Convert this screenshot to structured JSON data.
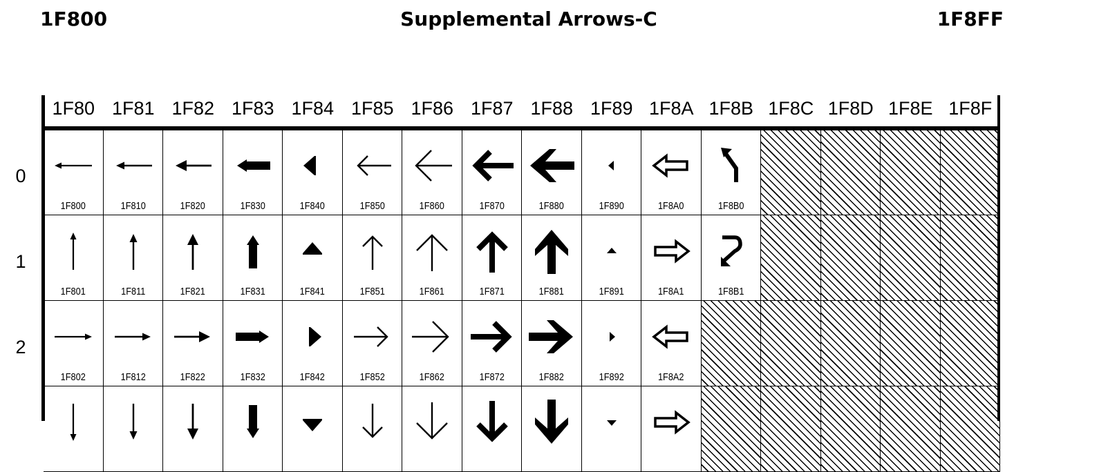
{
  "header": {
    "range_start": "1F800",
    "block_title": "Supplemental Arrows-C",
    "range_end": "1F8FF"
  },
  "columns": [
    "1F80",
    "1F81",
    "1F82",
    "1F83",
    "1F84",
    "1F85",
    "1F86",
    "1F87",
    "1F88",
    "1F89",
    "1F8A",
    "1F8B",
    "1F8C",
    "1F8D",
    "1F8E",
    "1F8F"
  ],
  "rows": [
    {
      "label": "0",
      "cells": [
        {
          "code": "1F800",
          "icon": "thin-left-arrow"
        },
        {
          "code": "1F810",
          "icon": "left-arrow-small-head"
        },
        {
          "code": "1F820",
          "icon": "left-arrow-medium-head"
        },
        {
          "code": "1F830",
          "icon": "heavy-left-arrow"
        },
        {
          "code": "1F840",
          "icon": "left-arrowhead-triangle"
        },
        {
          "code": "1F850",
          "icon": "sans-serif-left-arrow"
        },
        {
          "code": "1F860",
          "icon": "wide-left-arrow"
        },
        {
          "code": "1F870",
          "icon": "bold-left-arrow"
        },
        {
          "code": "1F880",
          "icon": "heavy-bold-left-arrow"
        },
        {
          "code": "1F890",
          "icon": "small-left-triangle"
        },
        {
          "code": "1F8A0",
          "icon": "outlined-left-arrow"
        },
        {
          "code": "1F8B0",
          "icon": "up-left-corner-arrow"
        },
        {
          "code": "",
          "icon": ""
        },
        {
          "code": "",
          "icon": ""
        },
        {
          "code": "",
          "icon": ""
        },
        {
          "code": "",
          "icon": ""
        }
      ]
    },
    {
      "label": "1",
      "cells": [
        {
          "code": "1F801",
          "icon": "thin-up-arrow"
        },
        {
          "code": "1F811",
          "icon": "up-arrow-small-head"
        },
        {
          "code": "1F821",
          "icon": "up-arrow-medium-head"
        },
        {
          "code": "1F831",
          "icon": "heavy-up-arrow"
        },
        {
          "code": "1F841",
          "icon": "up-arrowhead-triangle"
        },
        {
          "code": "1F851",
          "icon": "sans-serif-up-arrow"
        },
        {
          "code": "1F861",
          "icon": "wide-up-arrow"
        },
        {
          "code": "1F871",
          "icon": "bold-up-arrow"
        },
        {
          "code": "1F881",
          "icon": "heavy-bold-up-arrow"
        },
        {
          "code": "1F891",
          "icon": "small-up-triangle"
        },
        {
          "code": "1F8A1",
          "icon": "outlined-right-arrow"
        },
        {
          "code": "1F8B1",
          "icon": "down-left-corner-arrow"
        },
        {
          "code": "",
          "icon": ""
        },
        {
          "code": "",
          "icon": ""
        },
        {
          "code": "",
          "icon": ""
        },
        {
          "code": "",
          "icon": ""
        }
      ]
    },
    {
      "label": "2",
      "cells": [
        {
          "code": "1F802",
          "icon": "thin-right-arrow"
        },
        {
          "code": "1F812",
          "icon": "right-arrow-small-head"
        },
        {
          "code": "1F822",
          "icon": "right-arrow-medium-head"
        },
        {
          "code": "1F832",
          "icon": "heavy-right-arrow"
        },
        {
          "code": "1F842",
          "icon": "right-arrowhead-triangle"
        },
        {
          "code": "1F852",
          "icon": "sans-serif-right-arrow"
        },
        {
          "code": "1F862",
          "icon": "wide-right-arrow"
        },
        {
          "code": "1F872",
          "icon": "bold-right-arrow"
        },
        {
          "code": "1F882",
          "icon": "heavy-bold-right-arrow"
        },
        {
          "code": "1F892",
          "icon": "small-right-triangle"
        },
        {
          "code": "1F8A2",
          "icon": "outlined-left-arrow"
        },
        {
          "code": "",
          "icon": ""
        },
        {
          "code": "",
          "icon": ""
        },
        {
          "code": "",
          "icon": ""
        },
        {
          "code": "",
          "icon": ""
        },
        {
          "code": "",
          "icon": ""
        }
      ]
    },
    {
      "label": "",
      "cells": [
        {
          "code": "",
          "icon": "thin-down-arrow"
        },
        {
          "code": "",
          "icon": "down-arrow-small-head"
        },
        {
          "code": "",
          "icon": "down-arrow-medium-head"
        },
        {
          "code": "",
          "icon": "heavy-down-arrow"
        },
        {
          "code": "",
          "icon": "down-arrowhead-triangle"
        },
        {
          "code": "",
          "icon": "sans-serif-down-arrow"
        },
        {
          "code": "",
          "icon": "wide-down-arrow"
        },
        {
          "code": "",
          "icon": "bold-down-arrow"
        },
        {
          "code": "",
          "icon": "heavy-bold-down-arrow"
        },
        {
          "code": "",
          "icon": "small-down-triangle"
        },
        {
          "code": "",
          "icon": "outlined-right-arrow"
        },
        {
          "code": "",
          "icon": ""
        },
        {
          "code": "",
          "icon": ""
        },
        {
          "code": "",
          "icon": ""
        },
        {
          "code": "",
          "icon": ""
        },
        {
          "code": "",
          "icon": ""
        }
      ]
    }
  ],
  "colors": {
    "ink": "#000000",
    "background": "#ffffff"
  }
}
